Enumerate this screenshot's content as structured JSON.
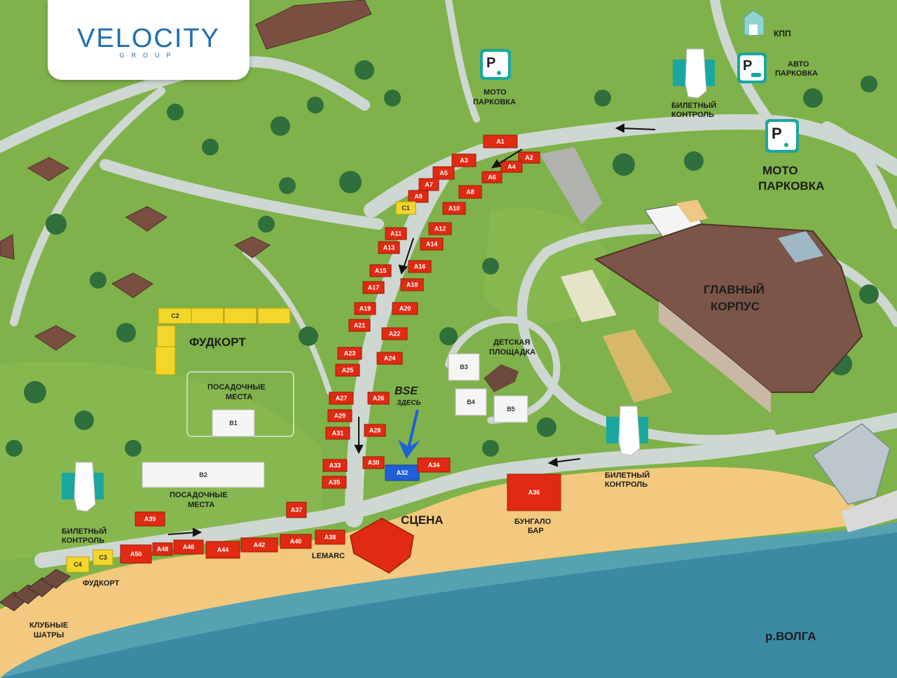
{
  "logo": {
    "name": "VELOCITY",
    "sub": "GROUP"
  },
  "labels": {
    "kpp": "КПП",
    "auto_parking": [
      "АВТО",
      "ПАРКОВКА"
    ],
    "moto_parking_small": [
      "МОТО",
      "ПАРКОВКА"
    ],
    "moto_parking_big": [
      "МОТО",
      "ПАРКОВКА"
    ],
    "ticket_control": [
      "БИЛЕТНЫЙ",
      "КОНТРОЛЬ"
    ],
    "main_building": [
      "ГЛАВНЫЙ",
      "КОРПУС"
    ],
    "playground": [
      "ДЕТСКАЯ",
      "ПЛОЩАДКА"
    ],
    "foodcourt_main": "ФУДКОРТ",
    "foodcourt_small": "ФУДКОРТ",
    "seating": [
      "ПОСАДОЧНЫЕ",
      "МЕСТА"
    ],
    "stage": "СЦЕНА",
    "bungalo": [
      "БУНГАЛО",
      "БАР"
    ],
    "lemarc": "LEMARC",
    "club_tents": [
      "КЛУБНЫЕ",
      "ШАТРЫ"
    ],
    "river": "р.ВОЛГА",
    "bse_brand": "BSE",
    "bse_here": "ЗДЕСЬ",
    "parking_symbol": "P"
  },
  "stalls": {
    "A1": "A1",
    "A2": "A2",
    "A3": "A3",
    "A4": "A4",
    "A5": "A5",
    "A6": "A6",
    "A7": "A7",
    "A8": "A8",
    "A9": "A9",
    "A10": "A10",
    "A11": "A11",
    "A12": "A12",
    "A13": "A13",
    "A14": "A14",
    "A15": "A15",
    "A16": "A16",
    "A17": "A17",
    "A18": "A18",
    "A19": "A19",
    "A20": "A20",
    "A21": "A21",
    "A22": "A22",
    "A23": "A23",
    "A24": "A24",
    "A25": "A25",
    "A26": "A26",
    "A27": "A27",
    "A28": "A28",
    "A29": "A29",
    "A30": "A30",
    "A31": "A31",
    "A32": "A32",
    "A33": "A33",
    "A34": "A34",
    "A35": "A35",
    "A36": "A36",
    "A37": "A37",
    "A38": "A38",
    "A39": "A39",
    "A40": "A40",
    "A42": "A42",
    "A44": "A44",
    "A46": "A46",
    "A48": "A48",
    "A50": "A50",
    "B1": "B1",
    "B2": "B2",
    "B3": "B3",
    "B4": "B4",
    "B5": "B5",
    "C1": "C1",
    "C2": "C2",
    "C3": "C3",
    "C4": "C4"
  },
  "colors": {
    "stall_red": "#e02a12",
    "stall_blue": "#1f5fd8",
    "stall_yellow": "#f2d62a",
    "grass": "#7fb24a",
    "water": "#3a8aa3",
    "sand": "#f2c97e",
    "road": "#cfd7d2",
    "brand_blue": "#1e6fb0",
    "teal": "#1aa7a0"
  }
}
